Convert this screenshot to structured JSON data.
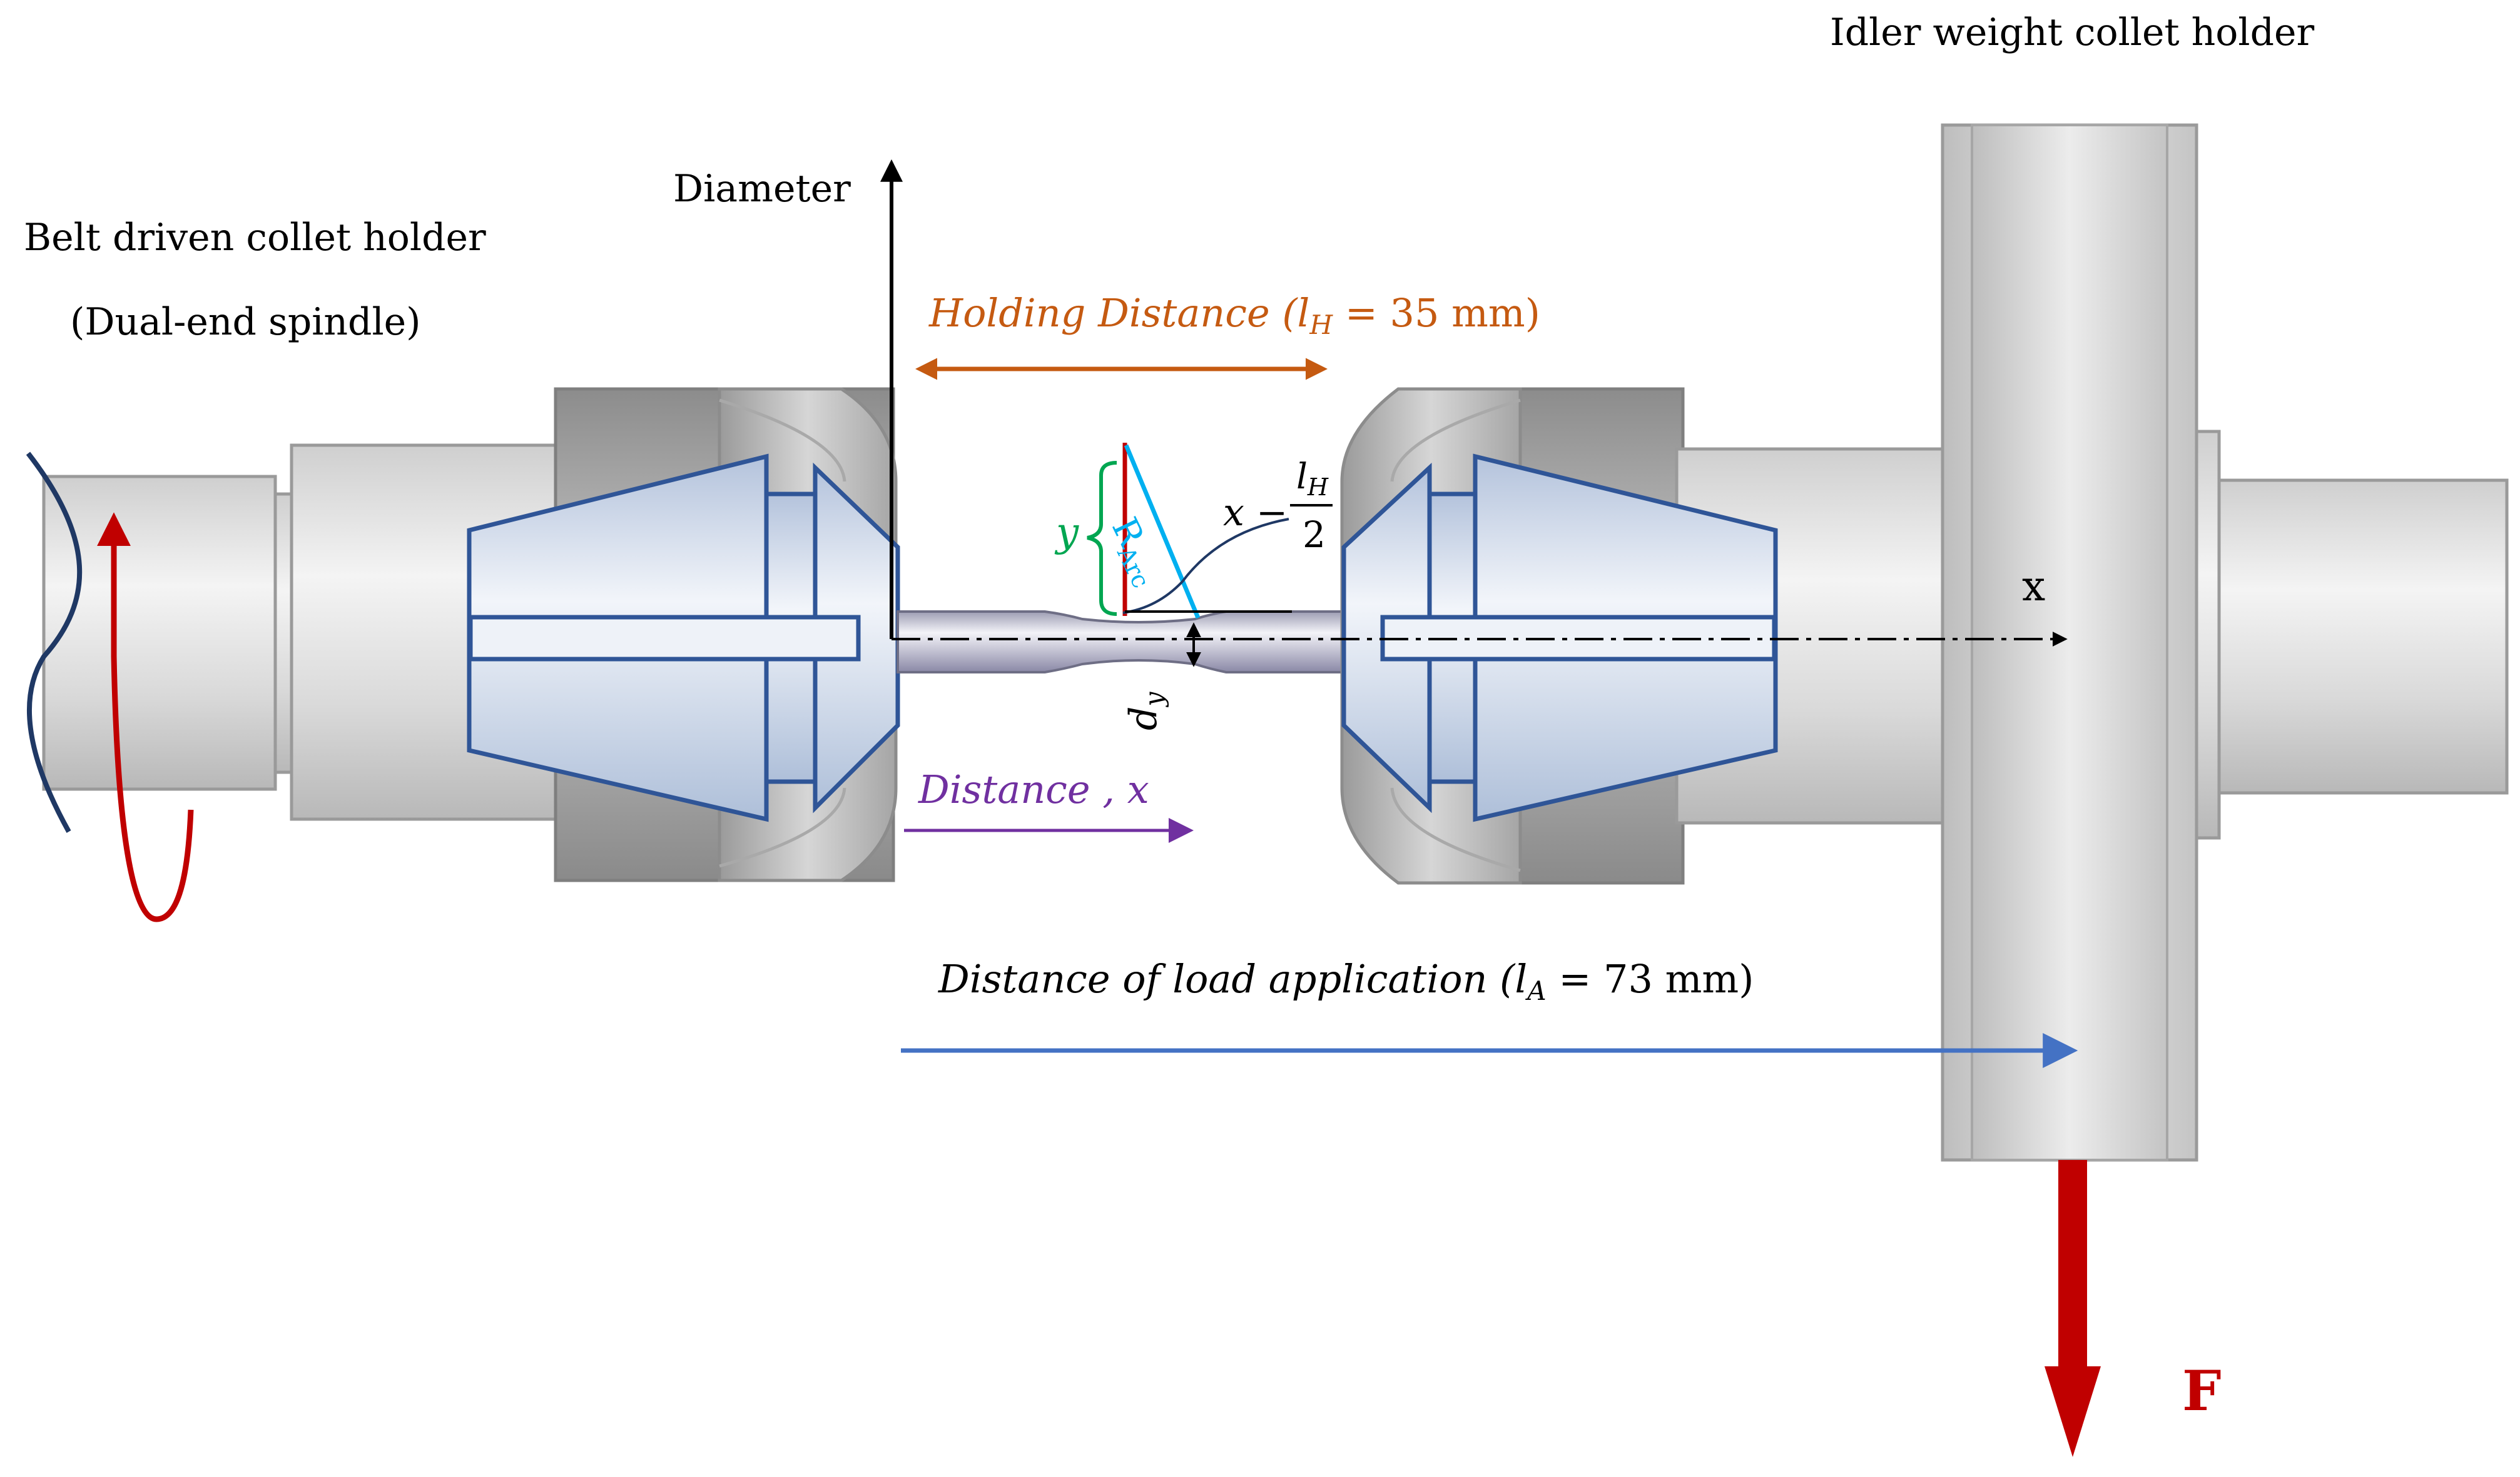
{
  "labels": {
    "idler_holder": "Idler weight collet holder",
    "belt_holder_line1": "Belt driven collet holder",
    "belt_holder_line2": "(Dual-end spindle)",
    "diameter_axis": "Diameter",
    "x_axis": "x",
    "force": "F"
  },
  "holding_distance": {
    "text": "Holding Distance (",
    "symbol": "l",
    "subscript": "H",
    "value": " = 35 mm)"
  },
  "distance_x": {
    "text": "Distance , x"
  },
  "load_distance": {
    "text": "Distance of  load application  (",
    "symbol": "l",
    "subscript": "A",
    "value": " = 73 mm)"
  },
  "geometry_labels": {
    "y": "y",
    "r_arc": "R",
    "r_arc_sub": "Arc",
    "x_minus": "x −",
    "lh_num": "l",
    "lh_num_sub": "H",
    "lh_den": "2",
    "d": "d",
    "d_sub": "y"
  },
  "colors": {
    "holding": "#c55a11",
    "distance": "#7030a0",
    "load": "#4472c4",
    "force": "#c00000",
    "y_brace": "#00a651",
    "r_arc": "#00b0f0",
    "collet_outline": "#2f5597",
    "rotation": "#c00000"
  }
}
